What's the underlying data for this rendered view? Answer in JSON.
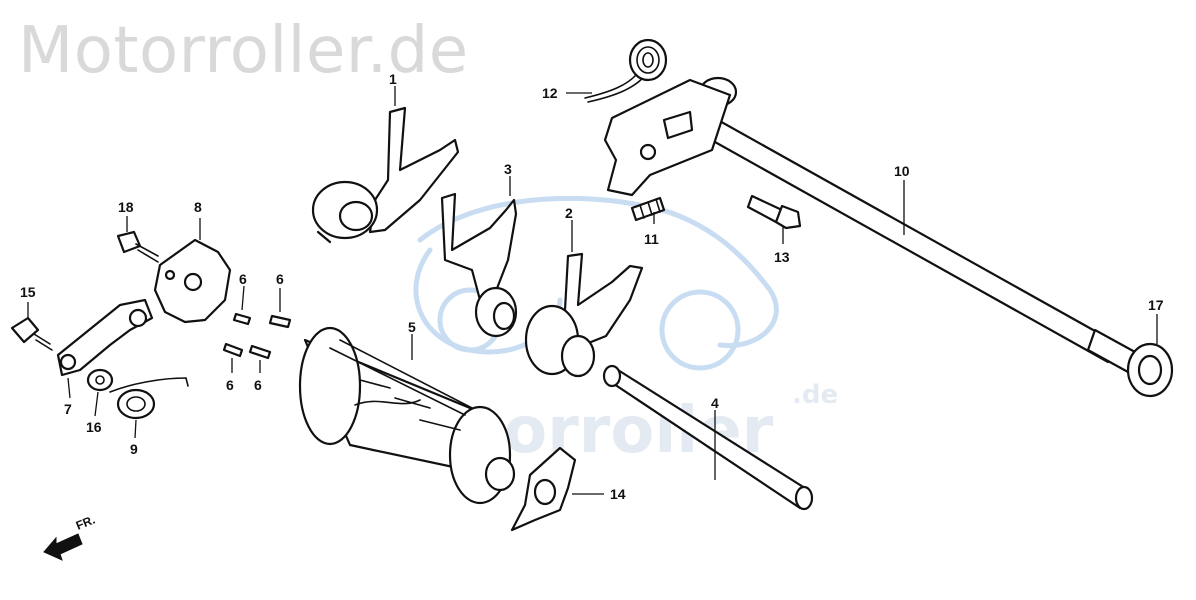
{
  "watermark": {
    "text": "Motorroller.de",
    "logo_text": "Motorroller",
    "logo_suffix": ".de"
  },
  "direction_label": "FR.",
  "callouts": {
    "c1": "1",
    "c2": "2",
    "c3": "3",
    "c4": "4",
    "c5": "5",
    "c6a": "6",
    "c6b": "6",
    "c6c": "6",
    "c6d": "6",
    "c7": "7",
    "c8": "8",
    "c9": "9",
    "c10": "10",
    "c11": "11",
    "c12": "12",
    "c13": "13",
    "c14": "14",
    "c15": "15",
    "c16": "16",
    "c17": "17",
    "c18": "18"
  },
  "colors": {
    "line": "#111111",
    "watermark_gray": "#d9d9d9",
    "watermark_blue": "#c8dcf2"
  }
}
